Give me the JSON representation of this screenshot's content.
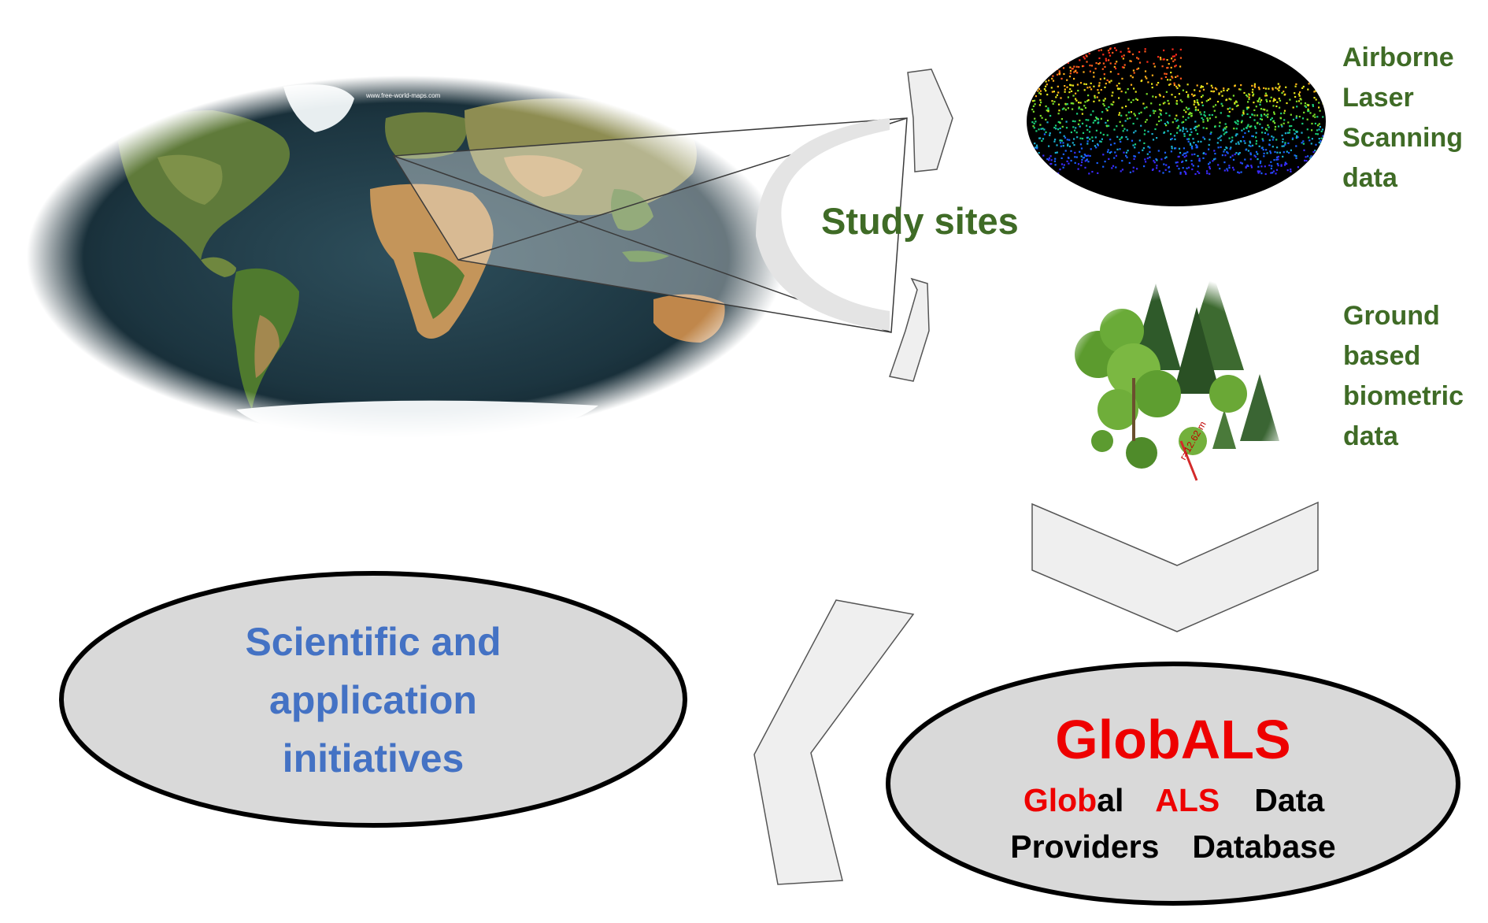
{
  "world_map": {
    "watermark": "www.free-world-maps.com"
  },
  "study_sites": {
    "label": "Study sites"
  },
  "als_data": {
    "lines": [
      "Airborne",
      "Laser",
      "Scanning",
      "data"
    ]
  },
  "ground_data": {
    "lines": [
      "Ground",
      "based",
      "biometric",
      "data"
    ],
    "plot_radius_label": "r=12.62 m"
  },
  "globals": {
    "title": "GlobALS",
    "line1": {
      "w1_red": "Glob",
      "w1_black": "al",
      "w2": "ALS",
      "w3": "Data"
    },
    "line2": {
      "w1": "Providers",
      "w2": "Database"
    }
  },
  "initiatives": {
    "lines": [
      "Scientific and",
      "application",
      "initiatives"
    ]
  },
  "colors": {
    "green_text": "#3f6b26",
    "blue_text": "#4472c4",
    "red_text": "#ee0000",
    "arrow_fill": "#efefef",
    "ellipse_fill": "#d9d9d9"
  }
}
